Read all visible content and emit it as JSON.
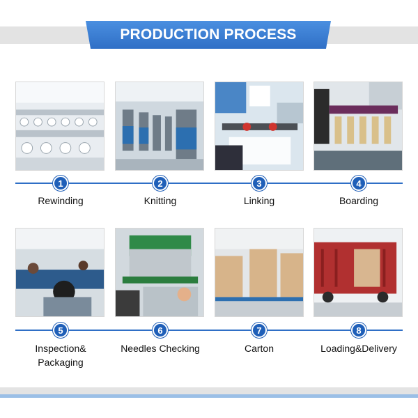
{
  "header": {
    "title": "PRODUCTION PROCESS"
  },
  "steps": [
    {
      "number": "1",
      "label": "Rewinding"
    },
    {
      "number": "2",
      "label": "Knitting"
    },
    {
      "number": "3",
      "label": "Linking"
    },
    {
      "number": "4",
      "label": "Boarding"
    },
    {
      "number": "5",
      "label": "Inspection&\nPackaging"
    },
    {
      "number": "6",
      "label": "Needles Checking"
    },
    {
      "number": "7",
      "label": "Carton"
    },
    {
      "number": "8",
      "label": "Loading&Delivery"
    }
  ],
  "colors": {
    "accent": "#1f5fb8",
    "banner": "#3b7fd4",
    "band": "#e3e3e3"
  }
}
